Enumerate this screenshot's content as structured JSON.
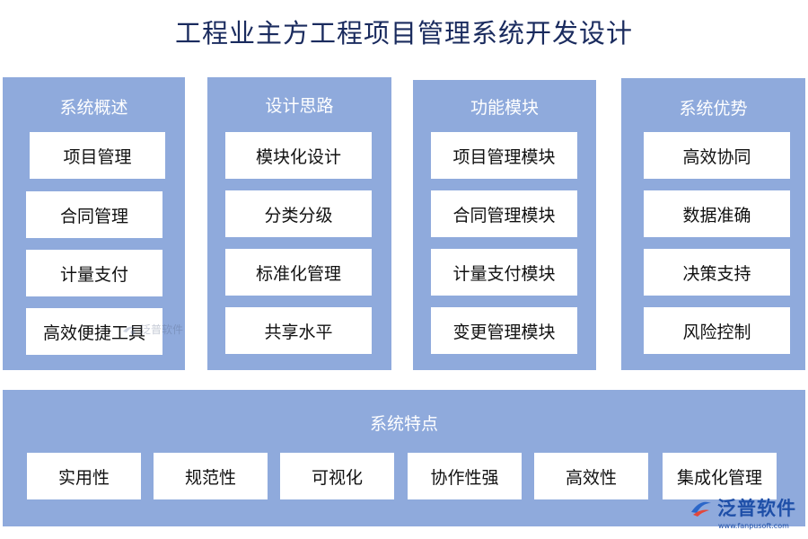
{
  "title": "工程业主方工程项目管理系统开发设计",
  "panels": [
    {
      "title": "系统概述",
      "items": [
        "项目管理",
        "合同管理",
        "计量支付",
        "高效便捷工具"
      ]
    },
    {
      "title": "设计思路",
      "items": [
        "模块化设计",
        "分类分级",
        "标准化管理",
        "共享水平"
      ]
    },
    {
      "title": "功能模块",
      "items": [
        "项目管理模块",
        "合同管理模块",
        "计量支付模块",
        "变更管理模块"
      ]
    },
    {
      "title": "系统优势",
      "items": [
        "高效协同",
        "数据准确",
        "决策支持",
        "风险控制"
      ]
    }
  ],
  "features": {
    "title": "系统特点",
    "items": [
      "实用性",
      "规范性",
      "可视化",
      "协作性强",
      "高效性",
      "集成化管理"
    ]
  },
  "watermark": {
    "text": "泛普软件"
  },
  "brand": {
    "text": "泛普软件",
    "url": "www.fanpusoft.com"
  },
  "colors": {
    "panel": "#8faadc",
    "title": "#1a2b5e",
    "brand": "#1e4fa8"
  }
}
